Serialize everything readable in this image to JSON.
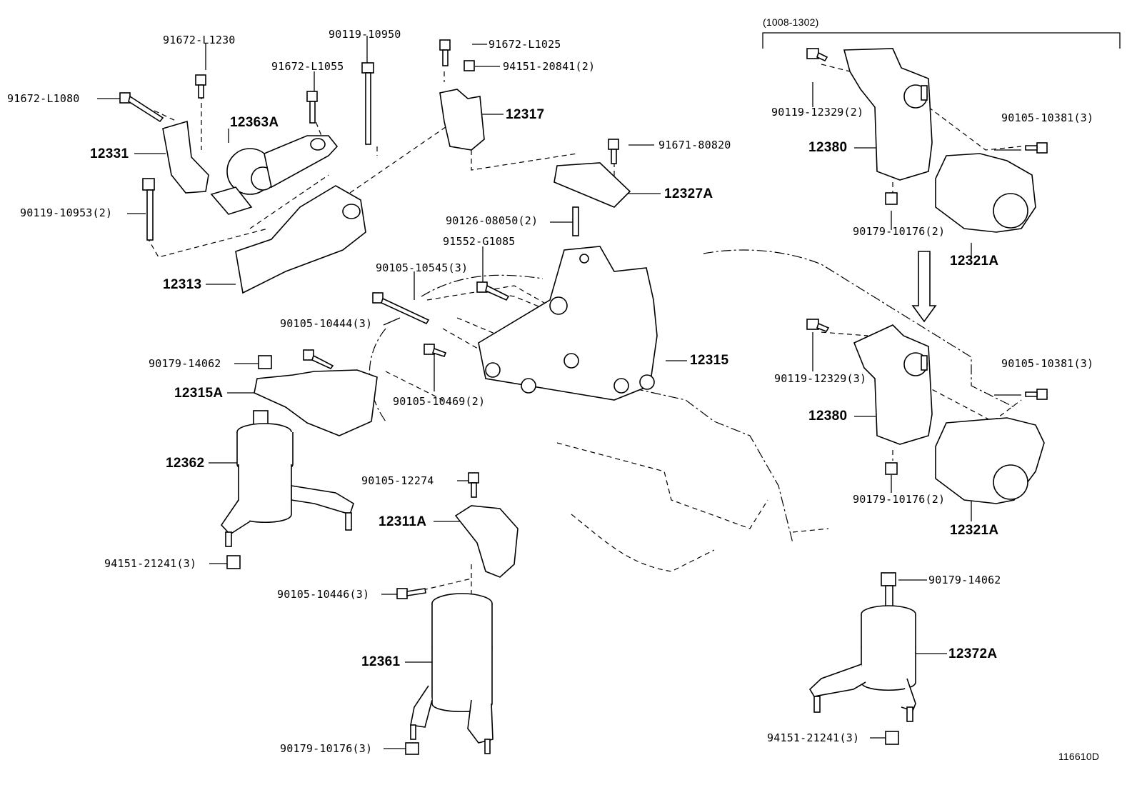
{
  "diagram": {
    "date_range": "(1008-1302)",
    "figure_number": "116610D",
    "parts": {
      "p91672_L1230": "91672-L1230",
      "p90119_10950": "90119-10950",
      "p91672_L1025": "91672-L1025",
      "p94151_20841": "94151-20841(2)",
      "p91672_L1055": "91672-L1055",
      "p91672_L1080": "91672-L1080",
      "p12317": "12317",
      "p12363A": "12363A",
      "p12331": "12331",
      "p91671_80820": "91671-80820",
      "p90119_10953": "90119-10953(2)",
      "p12327A": "12327A",
      "p90126_08050": "90126-08050(2)",
      "p91552_G1085": "91552-G1085",
      "p12313": "12313",
      "p90105_10545": "90105-10545(3)",
      "p90105_10444": "90105-10444(3)",
      "p12315": "12315",
      "p90179_14062_left": "90179-14062",
      "p12315A": "12315A",
      "p90105_10469": "90105-10469(2)",
      "p12362": "12362",
      "p90105_12274": "90105-12274",
      "p12311A": "12311A",
      "p94151_21241_left": "94151-21241(3)",
      "p90105_10446": "90105-10446(3)",
      "p12361": "12361",
      "p90179_10176_bottom": "90179-10176(3)",
      "p90119_12329_top": "90119-12329(2)",
      "p90105_10381_top": "90105-10381(3)",
      "p12380_top": "12380",
      "p90179_10176_top": "90179-10176(2)",
      "p12321A_top": "12321A",
      "p90119_12329_mid": "90119-12329(3)",
      "p90105_10381_mid": "90105-10381(3)",
      "p12380_mid": "12380",
      "p90179_10176_mid": "90179-10176(2)",
      "p12321A_mid": "12321A",
      "p90179_14062_right": "90179-14062",
      "p12372A": "12372A",
      "p94151_21241_right": "94151-21241(3)"
    }
  }
}
